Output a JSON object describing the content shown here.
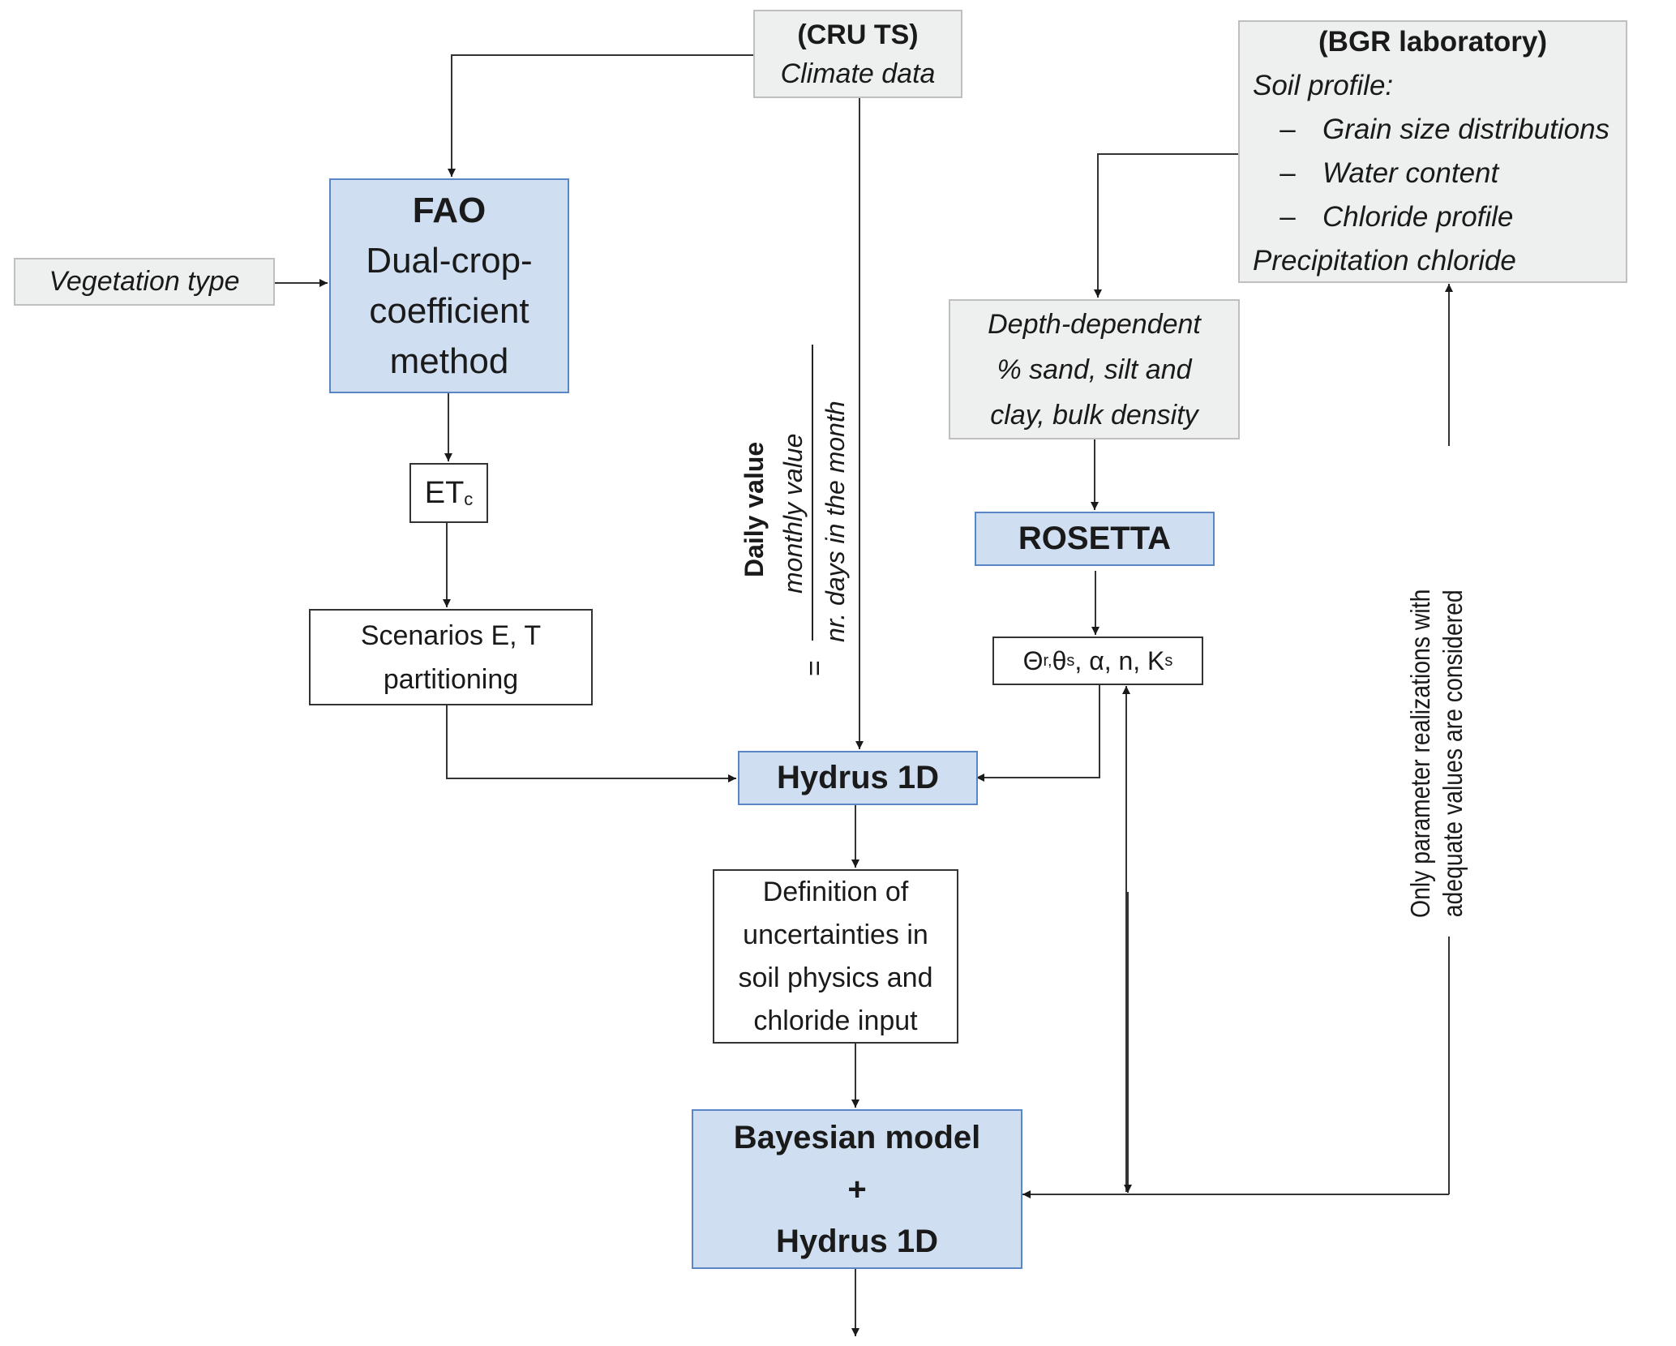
{
  "nodes": {
    "climate": {
      "title": "(CRU TS)",
      "subtitle": "Climate data"
    },
    "bgr": {
      "title": "(BGR laboratory)",
      "heading": "Soil profile:",
      "bullets": [
        {
          "marker": "–",
          "text": "Grain size distributions"
        },
        {
          "marker": "–",
          "text": "Water content"
        },
        {
          "marker": "–",
          "text": "Chloride profile"
        }
      ],
      "footer": "Precipitation chloride"
    },
    "vegetation": {
      "label": "Vegetation type"
    },
    "fao": {
      "title": "FAO",
      "lines": [
        "Dual-crop-",
        "coefficient",
        "method"
      ]
    },
    "etc": {
      "main": "ET",
      "sub": "c"
    },
    "scenarios": {
      "lines": [
        "Scenarios E, T",
        "partitioning"
      ]
    },
    "depth": {
      "lines": [
        "Depth-dependent",
        "% sand, silt and",
        "clay, bulk density"
      ]
    },
    "rosetta": {
      "label": "ROSETTA"
    },
    "params": {
      "text": "Θr, θs, α, n, Ks",
      "parts": [
        {
          "m": "Θ",
          "s": "r,"
        },
        {
          "m": " θ",
          "s": "s"
        },
        {
          "m": ", α, n, K",
          "s": "s"
        }
      ]
    },
    "hydrus": {
      "label": "Hydrus 1D"
    },
    "definition": {
      "lines": [
        "Definition of",
        "uncertainties in",
        "soil physics and",
        "chloride input"
      ]
    },
    "bayesian": {
      "lines": [
        "Bayesian model",
        "+",
        "Hydrus 1D"
      ]
    }
  },
  "annotations": {
    "daily": {
      "label": "Daily value",
      "equals": "=",
      "numerator": "monthly value",
      "denominator": "nr. days in the month"
    },
    "feedback": {
      "lines": [
        "Only parameter realizations with",
        "adequate values are considered"
      ]
    }
  },
  "colors": {
    "process_fill": "#cfdff1",
    "process_border": "#5b86c6",
    "input_fill": "#eef0ef",
    "input_border": "#bfbfbf"
  }
}
